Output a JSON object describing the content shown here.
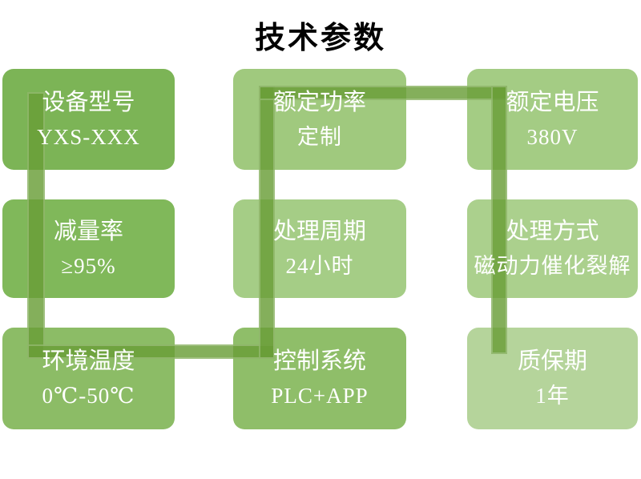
{
  "title": "技术参数",
  "cards": [
    {
      "label": "设备型号",
      "value": "YXS-XXX",
      "color": "#7CB456"
    },
    {
      "label": "额定功率",
      "value": "定制",
      "color": "#A0C97E"
    },
    {
      "label": "额定电压",
      "value": "380V",
      "color": "#A4CC84"
    },
    {
      "label": "减量率",
      "value": "≥95%",
      "color": "#80B85A"
    },
    {
      "label": "处理周期",
      "value": "24小时",
      "color": "#A5CD86"
    },
    {
      "label": "处理方式",
      "value": "磁动力催化裂解",
      "color": "#ABD08D"
    },
    {
      "label": "环境温度",
      "value": "0℃-50℃",
      "color": "#8CBC66"
    },
    {
      "label": "控制系统",
      "value": "PLC+APP",
      "color": "#8FBE69"
    },
    {
      "label": "质保期",
      "value": "1年",
      "color": "#B5D49B"
    }
  ],
  "connector_color": "rgba(105,158,55,0.82)",
  "background_color": "#FFFFFF",
  "card_text_color": "#FFFFFF",
  "title_color": "#000000"
}
